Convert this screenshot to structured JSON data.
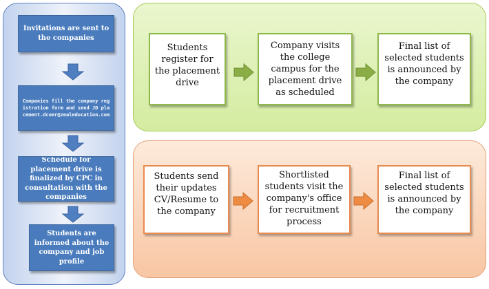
{
  "left_flow": [
    "Invitations are sent to the companies",
    "Companies fill the company registration form and send JD placement.dcoer@zealeducation.com",
    "Schedule for placement drive is finalized by CPC in consultation with the companies",
    "Students are informed about the company and job profile"
  ],
  "top_flow": [
    "Students register for the placement drive",
    "Company visits the college campus for the placement drive as scheduled",
    "Final list of selected students is announced by the company"
  ],
  "bottom_flow": [
    "Students send their updates CV/Resume to the company",
    "Shortlisted students visit the company's office for recruitment process",
    "Final list of selected students is announced by the company"
  ],
  "colors": {
    "blue_box": "#4a7cbd",
    "blue_arrow": "#4f7fc1",
    "green_arrow": "#8aae45",
    "orange_arrow": "#ef8c43"
  }
}
